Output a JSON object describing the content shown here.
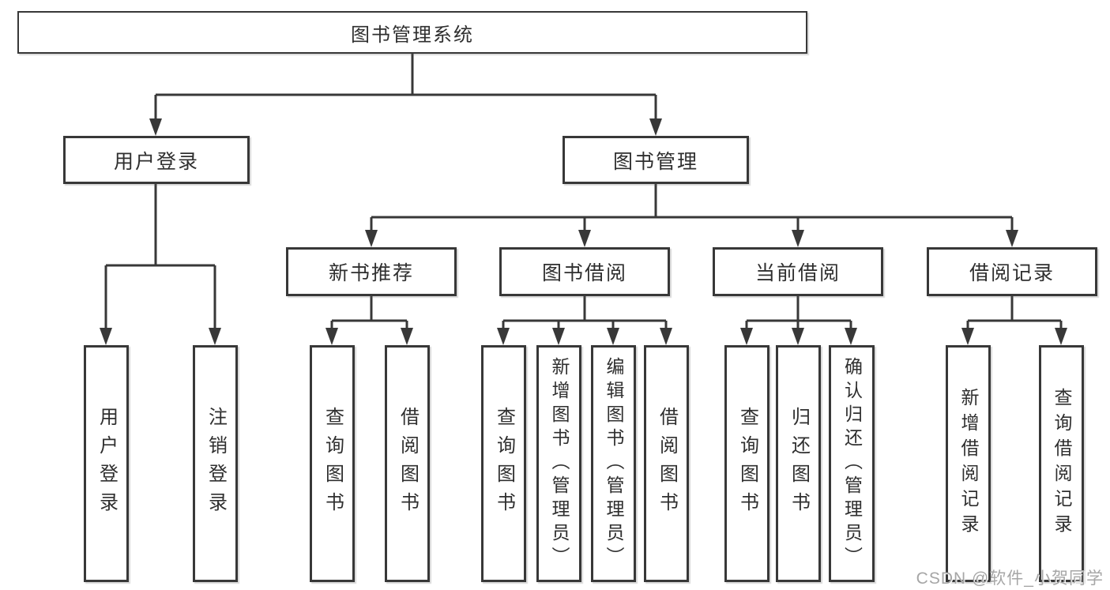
{
  "diagram": {
    "root": {
      "label": "图书管理系统"
    },
    "branches": [
      {
        "label": "用户登录",
        "children": [
          {
            "label": "用户登录"
          },
          {
            "label": "注销登录"
          }
        ]
      },
      {
        "label": "图书管理",
        "children": [
          {
            "label": "新书推荐",
            "children": [
              {
                "label": "查询图书"
              },
              {
                "label": "借阅图书"
              }
            ]
          },
          {
            "label": "图书借阅",
            "children": [
              {
                "label": "查询图书"
              },
              {
                "label": "新增图书（管理员）"
              },
              {
                "label": "编辑图书（管理员）"
              },
              {
                "label": "借阅图书"
              }
            ]
          },
          {
            "label": "当前借阅",
            "children": [
              {
                "label": "查询图书"
              },
              {
                "label": "归还图书"
              },
              {
                "label": "确认归还（管理员）"
              }
            ]
          },
          {
            "label": "借阅记录",
            "children": [
              {
                "label": "新增借阅记录"
              },
              {
                "label": "查询借阅记录"
              }
            ]
          }
        ]
      }
    ]
  },
  "watermark": {
    "text": "CSDN @软件_小贺同学"
  },
  "colors": {
    "line": "#383838",
    "text": "#2f2f2f",
    "watermark": "#a6a6a6",
    "background": "#ffffff"
  }
}
